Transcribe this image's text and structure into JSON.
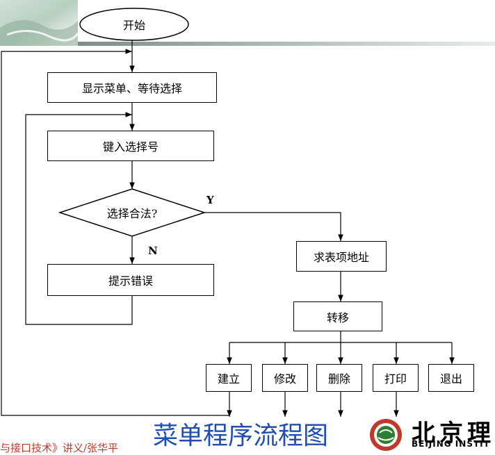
{
  "nodes": {
    "start": "开始",
    "show_menu": "显示菜单、等待选择",
    "input_choice": "键入选择号",
    "valid_choice": "选择合法?",
    "error_prompt": "提示错误",
    "lookup_address": "求表项地址",
    "transfer": "转移",
    "build": "建立",
    "modify": "修改",
    "delete": "删除",
    "print": "打印",
    "quit": "退出"
  },
  "labels": {
    "yes": "Y",
    "no": "N"
  },
  "slide": {
    "title": "菜单程序流程图",
    "footer": "与接口技术》讲义/张华平",
    "logo_cn": "北京理",
    "logo_en": "BEIJING INSTIT"
  },
  "colors": {
    "title": "#1f4fb3",
    "footer": "#c0392b",
    "header_bar": "#9aa6a3",
    "emblem_red": "#c0392b",
    "emblem_green": "#2e7d32"
  }
}
